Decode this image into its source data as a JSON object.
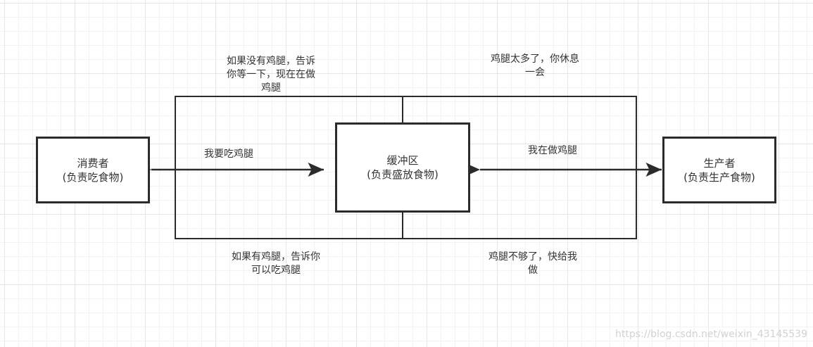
{
  "boxes": {
    "consumer": {
      "title": "消费者",
      "subtitle": "(负责吃食物)"
    },
    "buffer": {
      "title": "缓冲区",
      "subtitle": "(负责盛放食物)"
    },
    "producer": {
      "title": "生产者",
      "subtitle": "(负责生产食物)"
    }
  },
  "labels": {
    "top_left": [
      "如果没有鸡腿，告诉",
      "你等一下，现在在做",
      "鸡腿"
    ],
    "top_right": [
      "鸡腿太多了，你休息",
      "一会"
    ],
    "mid_left": "我要吃鸡腿",
    "mid_right": "我在做鸡腿",
    "bottom_left": [
      "如果有鸡腿，告诉你",
      "可以吃鸡腿"
    ],
    "bottom_right": [
      "鸡腿不够了，快给我",
      "做"
    ]
  },
  "watermark": "https://blog.csdn.net/weixin_43145539",
  "colors": {
    "stroke": "#2b2b2b",
    "grid": "#e6e6e6",
    "text": "#333333"
  }
}
